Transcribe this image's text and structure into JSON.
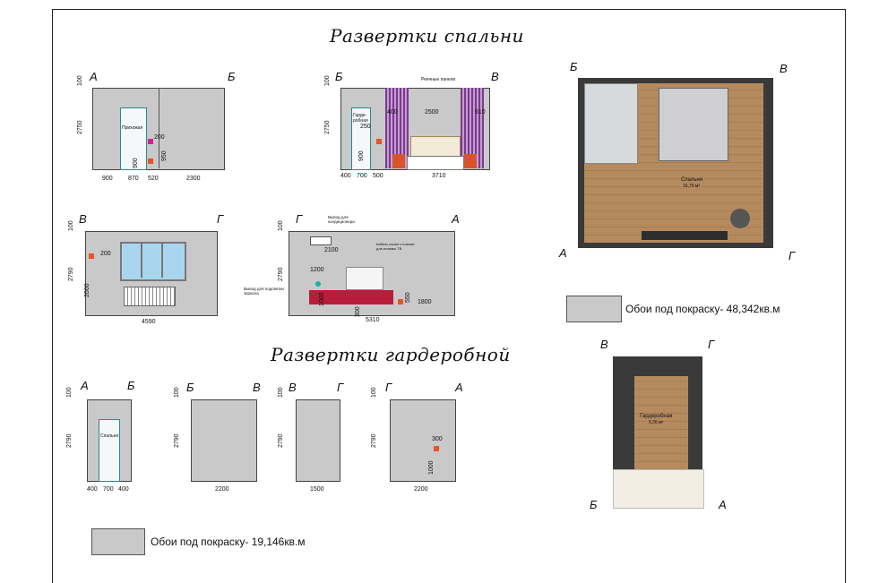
{
  "headings": {
    "bedroom": "Развертки спальни",
    "wardrobe": "Развертки гардеробной"
  },
  "corners": {
    "bed_ab_a": "А",
    "bed_ab_b": "Б",
    "bed_bv_b": "Б",
    "bed_bv_v": "В",
    "bed_vg_v": "В",
    "bed_vg_g": "Г",
    "bed_ga_g": "Г",
    "bed_ga_a": "А",
    "plan_b": "Б",
    "plan_v": "В",
    "plan_a": "А",
    "plan_g": "Г",
    "war_ab_a": "А",
    "war_ab_b": "Б",
    "war_bv_b": "Б",
    "war_bv_v": "В",
    "war_vg_v": "В",
    "war_vg_g": "Г",
    "war_ga_g": "Г",
    "war_ga_a": "А",
    "wplan_v": "В",
    "wplan_g": "Г",
    "wplan_b": "Б",
    "wplan_a": "А"
  },
  "dims": {
    "e1_h": "2750",
    "e1_top": "100",
    "e1_d1": "900",
    "e1_d2": "870",
    "e1_d3": "520",
    "e1_d4": "2300",
    "e1_s1": "200",
    "e1_s2": "950",
    "e1_s3": "900",
    "e2_h": "2750",
    "e2_top": "100",
    "e2_w": "3710",
    "e2_d1": "400",
    "e2_d2": "700",
    "e2_d3": "500",
    "e2_c": "2500",
    "e2_l": "400",
    "e2_r": "610",
    "e2_s1": "250",
    "e2_s2": "900",
    "e3_h": "2790",
    "e3_top": "100",
    "e3_w": "4590",
    "e3_s1": "200",
    "e3_s2": "2000",
    "e4_h": "2790",
    "e4_top": "100",
    "e4_w": "5310",
    "e4_s1": "2100",
    "e4_s2": "1200",
    "e4_s3": "1000",
    "e4_s4": "1800",
    "e4_s5": "300",
    "e4_s6": "550",
    "w1_h": "2790",
    "w1_top": "100",
    "w1_d1": "400",
    "w1_d2": "700",
    "w1_d3": "400",
    "w2_h": "2790",
    "w2_top": "100",
    "w2_w": "2200",
    "w3_h": "2790",
    "w3_top": "100",
    "w3_w": "1500",
    "w4_h": "2790",
    "w4_top": "100",
    "w4_w": "2200",
    "w4_s1": "300",
    "w4_s2": "1000"
  },
  "labels": {
    "door1": "Прихожая",
    "door2": "Гарде-робная",
    "door3": "Спальня",
    "panels": "Реечные панели",
    "outlet1": "Вывод для кондиционера",
    "outlet2": "Кабель канал к плазме для плазмы ТВ",
    "outlet3": "Вывод для подсветки зеркала",
    "room_bed": "Спальня",
    "room_bed_area": "16,79 м²",
    "room_war": "Гардеробная",
    "room_war_area": "5,26 м²"
  },
  "legend": {
    "bedroom": "Обои под покраску- 48,342кв.м",
    "wardrobe": "Обои под покраску- 19,146кв.м"
  },
  "colors": {
    "wall": "#c9c9c9",
    "wood": "#b58a5e",
    "dark": "#3a3a3a",
    "accent_pink": "#d6208c",
    "accent_orange": "#e8542a",
    "curtain": "#7a3a8e"
  }
}
